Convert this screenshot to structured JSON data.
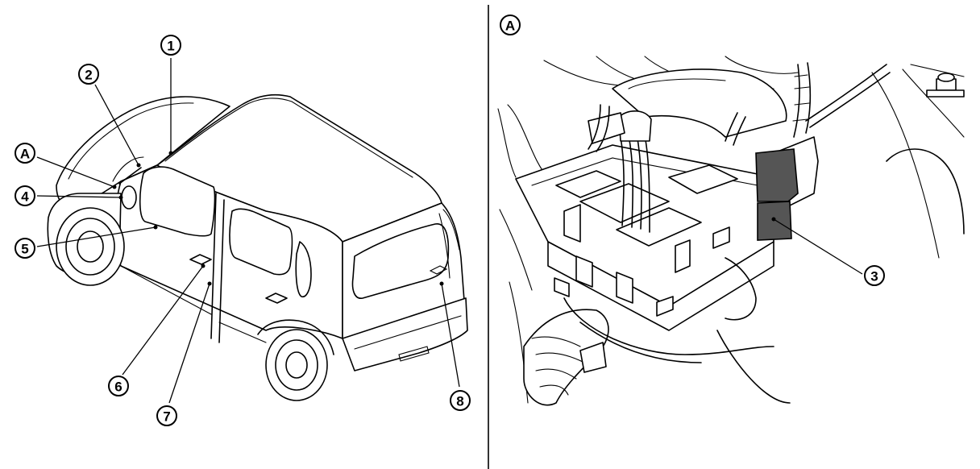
{
  "callouts": {
    "c1": "1",
    "c2": "2",
    "c3": "3",
    "c4": "4",
    "c5": "5",
    "c6": "6",
    "c7": "7",
    "c8": "8",
    "cA_left": "A",
    "cA_right": "A"
  }
}
